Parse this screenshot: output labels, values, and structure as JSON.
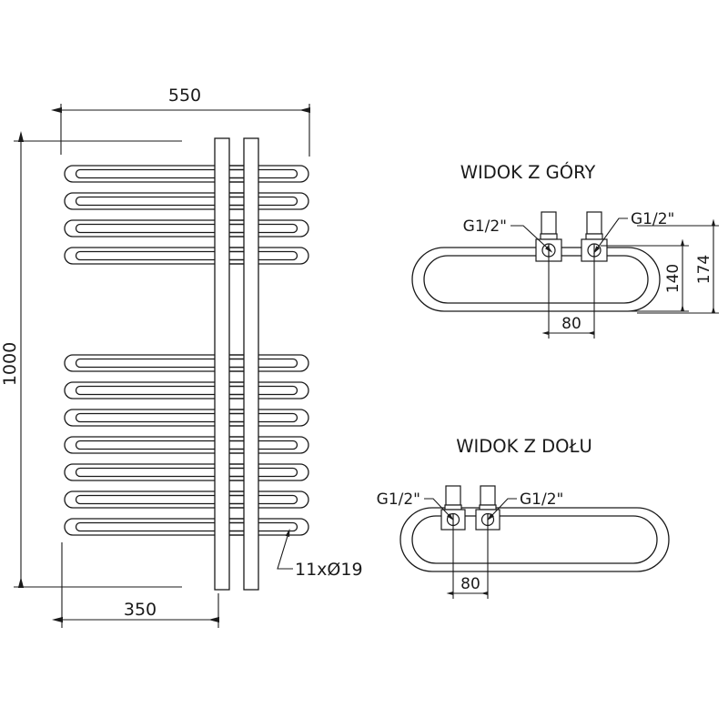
{
  "drawing": {
    "type": "technical-drawing",
    "subject": "towel-radiator-serpentine",
    "units": "mm",
    "line_color": "#1a1a1a",
    "background_color": "#ffffff"
  },
  "front_view": {
    "name": "front-view",
    "dimensions": {
      "width_label": "550",
      "height_label": "1000",
      "inner_width_label": "350"
    },
    "callout": {
      "label": "11xØ19",
      "tube_count": 11,
      "tube_diameter": 19
    },
    "tube_groups": {
      "upper_count": 4,
      "lower_count": 7
    }
  },
  "top_view": {
    "name": "top-view",
    "title": "WIDOK Z GÓRY",
    "connections": {
      "left_label": "G1/2\"",
      "right_label": "G1/2\""
    },
    "dimensions": {
      "spacing_label": "80",
      "inner_depth_label": "140",
      "outer_depth_label": "174"
    }
  },
  "bottom_view": {
    "name": "bottom-view",
    "title": "WIDOK Z DOŁU",
    "connections": {
      "left_label": "G1/2\"",
      "right_label": "G1/2\""
    },
    "dimensions": {
      "spacing_label": "80"
    }
  }
}
